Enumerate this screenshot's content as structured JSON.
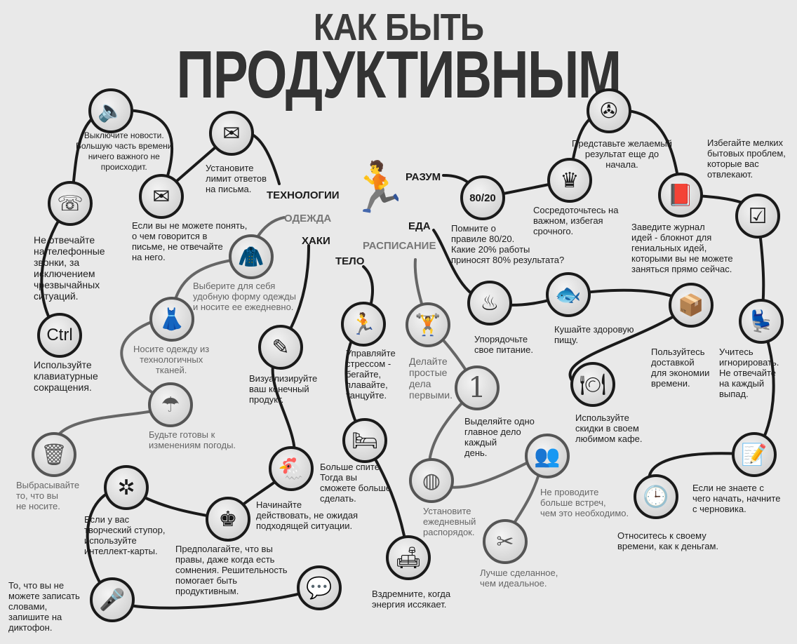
{
  "title": {
    "line1": "КАК БЫТЬ",
    "line2": "ПРОДУКТИВНЫМ"
  },
  "categories": {
    "tech": "ТЕХНОЛОГИИ",
    "clothes": "ОДЕЖДА",
    "hacks": "ХАКИ",
    "body": "ТЕЛО",
    "schedule": "РАСПИСАНИЕ",
    "mind": "РАЗУМ",
    "food": "ЕДА"
  },
  "tips": [
    {
      "icon": "speaker-icon",
      "glyph": "🔈",
      "text": "Выключите новости.\nБольшую часть времени\nничего важного не\nпроисходит."
    },
    {
      "icon": "clock-mail-icon",
      "glyph": "✉",
      "text": "Установите\nлимит ответов\nна письма."
    },
    {
      "icon": "mail-reply-icon",
      "glyph": "✉",
      "text": "Если вы не можете понять,\nо чем говорится в\nписьме, не отвечайте\nна него."
    },
    {
      "icon": "mobile-phone-icon",
      "glyph": "☏",
      "text": "Не отвечайте\nна телефонные\nзвонки, за\nисключением\nчрезвычайных\nситуаций."
    },
    {
      "icon": "ctrl-key-icon",
      "glyph": "Ctrl",
      "text": "Используйте\nклавиатурные\nсокращения."
    },
    {
      "icon": "jacket-icon",
      "glyph": "🧥",
      "text": "Выберите для себя\nудобную форму одежды\nи носите ее ежедневно."
    },
    {
      "icon": "dress-icon",
      "glyph": "👗",
      "text": "Носите одежду из\nтехнологичных\nтканей."
    },
    {
      "icon": "raincoat-icon",
      "glyph": "☂",
      "text": "Будьте готовы к\nизменениям погоды."
    },
    {
      "icon": "trash-icon",
      "glyph": "🗑",
      "text": "Выбрасывайте\nто, что вы\nне носите."
    },
    {
      "icon": "pen-icon",
      "glyph": "✎",
      "text": "Визуализируйте\nваш конечный\nпродукт."
    },
    {
      "icon": "mind-map-icon",
      "glyph": "✲",
      "text": "Если у вас\nтворческий ступор,\nиспользуйте\nинтеллект-карты."
    },
    {
      "icon": "chess-king-icon",
      "glyph": "♚",
      "text": "Предполагайте, что вы\nправы, даже когда есть\nсомнения. Решительность\nпомогает быть\nпродуктивным."
    },
    {
      "icon": "chicken-egg-icon",
      "glyph": "🐔",
      "text": "Начинайте\nдействовать, не ожидая\nподходящей ситуации."
    },
    {
      "icon": "microphone-icon",
      "glyph": "🎤",
      "text": "То, что вы не\nможете записать\nсловами,\nзапишите на\nдиктофон."
    },
    {
      "icon": "chat-bubbles-icon",
      "glyph": "💬",
      "text": ""
    },
    {
      "icon": "exercise-icon",
      "glyph": "🏃",
      "text": "Управляйте\nстрессом -\nбегайте,\nплавайте,\nтанцуйте."
    },
    {
      "icon": "dumbbell-icon",
      "glyph": "🏋",
      "text": "Делайте\nпростые\nдела\nпервыми."
    },
    {
      "icon": "number-one-icon",
      "glyph": "1",
      "text": "Выделяйте одно\nглавное дело\nкаждый\nдень."
    },
    {
      "icon": "bed-icon",
      "glyph": "🛏",
      "text": "Больше спите.\nТогда вы\nсможете больше\nсделать."
    },
    {
      "icon": "basketball-icon",
      "glyph": "◍",
      "text": "Установите\nежедневный\nраспорядок."
    },
    {
      "icon": "sofa-icon",
      "glyph": "🛋",
      "text": "Вздремните, когда\nэнергия иссякает."
    },
    {
      "icon": "meeting-icon",
      "glyph": "👥",
      "text": "Не проводите\nбольше встреч,\nчем это необходимо."
    },
    {
      "icon": "scissors-icon",
      "glyph": "✂",
      "text": "Лучше сделанное,\nчем идеальное."
    },
    {
      "icon": "rule-80-20-icon",
      "glyph": "80/20",
      "text": "Помните о\nправиле 80/20.\nКакие 20% работы\n     приносят 80% результата?"
    },
    {
      "icon": "crown-icon",
      "glyph": "♛",
      "text": "Сосредоточьтесь на\nважном, избегая\nсрочного."
    },
    {
      "icon": "film-reel-icon",
      "glyph": "✇",
      "text": "Представьте желаемый\nрезультат еще до\nначала."
    },
    {
      "icon": "book-icon",
      "glyph": "📕",
      "text": "Заведите журнал\nидей - блокнот для\nгениальных идей,\nкоторыми вы не можете\nзаняться прямо сейчас."
    },
    {
      "icon": "checkbox-icon",
      "glyph": "☑",
      "text": "Избегайте мелких\nбытовых проблем,\nкоторые вас\nотвлекают."
    },
    {
      "icon": "hot-bowl-icon",
      "glyph": "♨",
      "text": "Упорядочьте\nсвое питание."
    },
    {
      "icon": "fish-icon",
      "glyph": "🐟",
      "text": "Кушайте здоровую\nпищу."
    },
    {
      "icon": "delivery-icon",
      "glyph": "📦",
      "text": "Пользуйтесь\nдоставкой\nдля экономии\nвремени."
    },
    {
      "icon": "desk-worker-icon",
      "glyph": "💺",
      "text": "Учитесь\nигнорировать.\nНе отвечайте\nна каждый\nвыпад."
    },
    {
      "icon": "waiter-icon",
      "glyph": "🍽",
      "text": "Используйте\nскидки в своем\nлюбимом кафе."
    },
    {
      "icon": "notepad-icon",
      "glyph": "📝",
      "text": "Если не знаете с\nчего начать, начните\nс черновика."
    },
    {
      "icon": "clock-icon",
      "glyph": "🕒",
      "text": "Относитесь к своему\nвремени, как к деньгам."
    }
  ]
}
